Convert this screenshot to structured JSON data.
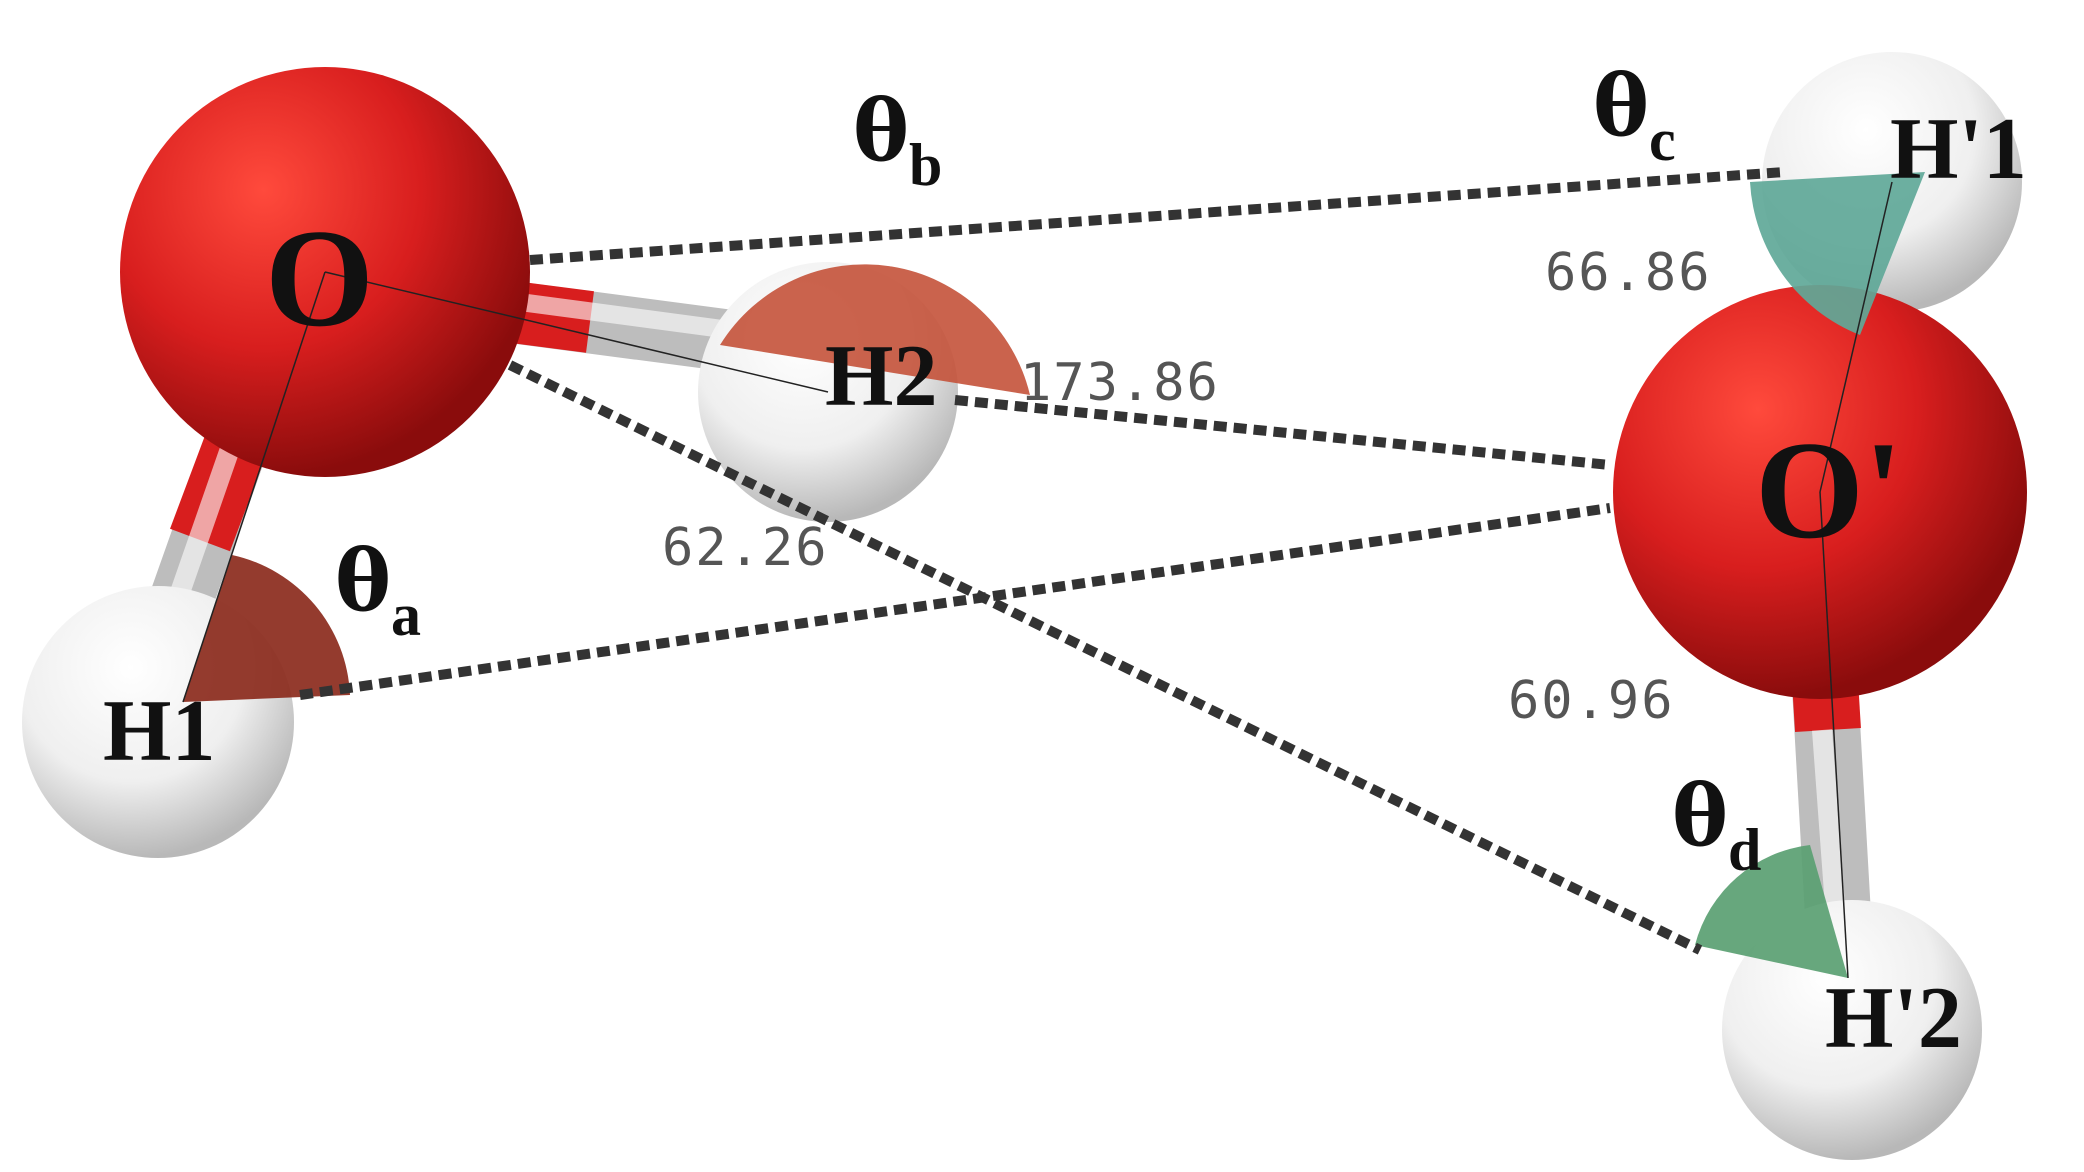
{
  "atoms": {
    "O": "O",
    "H1": "H1",
    "H2": "H2",
    "O_prime": "O'",
    "H_prime_1": "H'1",
    "H_prime_2": "H'2"
  },
  "angle_labels": {
    "theta_a": {
      "symbol": "θ",
      "sub": "a"
    },
    "theta_b": {
      "symbol": "θ",
      "sub": "b"
    },
    "theta_c": {
      "symbol": "θ",
      "sub": "c"
    },
    "theta_d": {
      "symbol": "θ",
      "sub": "d"
    }
  },
  "angle_values": {
    "val_c": "66.86",
    "val_b": "173.86",
    "val_a": "62.26",
    "val_d": "60.96"
  },
  "colors": {
    "oxygen": "#d81e1e",
    "hydrogen": "#f2f2f2",
    "theta_a": "#8b2a1c",
    "theta_b": "#c4523a",
    "theta_c": "#5fa898",
    "theta_d": "#5a9f72",
    "hbond": "#333333"
  }
}
